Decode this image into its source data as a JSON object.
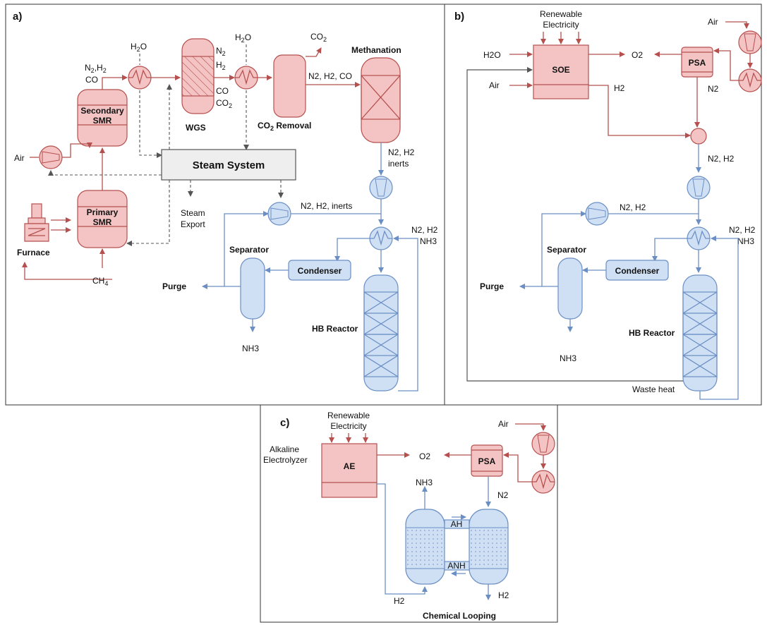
{
  "panels": {
    "a": {
      "letter": "a)",
      "h2o_1": "H",
      "h2o_1_sub": "2",
      "h2o_1_end": "O",
      "h2o_2": "H",
      "h2o_2_sub": "2",
      "h2o_2_end": "O",
      "co2_top": "CO",
      "co2_top_sub": "2",
      "n2h2co_left_1": "N",
      "n2h2co_left_1_sub": "2",
      "n2h2co_left_1_end": ",H",
      "n2h2co_left_1_sub2": "2",
      "n2h2co_left_2": "CO",
      "wgs_n2": "N",
      "wgs_n2_sub": "2",
      "wgs_h2": "H",
      "wgs_h2_sub": "2",
      "wgs_co": "CO",
      "wgs_co2": "CO",
      "wgs_co2_sub": "2",
      "wgs": "WGS",
      "co2_removal": "CO",
      "co2_removal_sub": "2",
      "co2_removal_end": " Removal",
      "methanation": "Methanation",
      "stream_after_removal": "N2, H2, CO",
      "secondary_smr": "Secondary",
      "secondary_smr_2": "SMR",
      "primary_smr": "Primary",
      "primary_smr_2": "SMR",
      "air": "Air",
      "steam_system": "Steam System",
      "steam_export_1": "Steam",
      "steam_export_2": "Export",
      "furnace": "Furnace",
      "ch4": "CH",
      "ch4_sub": "4",
      "after_meth_1": "N2, H2",
      "after_meth_2": "inerts",
      "recycle_stream": "N2, H2, inerts",
      "right_stream_1": "N2, H2",
      "right_stream_2": "NH3",
      "separator": "Separator",
      "condenser": "Condenser",
      "purge": "Purge",
      "nh3": "NH3",
      "hb_reactor": "HB Reactor"
    },
    "b": {
      "letter": "b)",
      "renewable_1": "Renewable",
      "renewable_2": "Electricity",
      "air_top": "Air",
      "h2o": "H2O",
      "o2": "O2",
      "soe": "SOE",
      "psa": "PSA",
      "air_left": "Air",
      "h2": "H2",
      "n2": "N2",
      "n2h2": "N2, H2",
      "recycle_stream": "N2, H2",
      "right_stream_1": "N2, H2",
      "right_stream_2": "NH3",
      "separator": "Separator",
      "condenser": "Condenser",
      "purge": "Purge",
      "nh3": "NH3",
      "hb_reactor": "HB Reactor",
      "waste_heat": "Waste heat"
    },
    "c": {
      "letter": "c)",
      "renewable_1": "Renewable",
      "renewable_2": "Electricity",
      "alkaline_1": "Alkaline",
      "alkaline_2": "Electrolyzer",
      "ae": "AE",
      "o2": "O2",
      "psa": "PSA",
      "air": "Air",
      "nh3": "NH3",
      "n2": "N2",
      "ah": "AH",
      "anh": "ANH",
      "h2_left": "H2",
      "h2_right": "H2",
      "chemical_looping": "Chemical Looping"
    }
  },
  "colors": {
    "red_line": "#b5504e",
    "red_fill": "#f4c4c4",
    "blue_line": "#6b8fc4",
    "blue_fill": "#cfe0f5",
    "gray_fill": "#eeeeee"
  }
}
